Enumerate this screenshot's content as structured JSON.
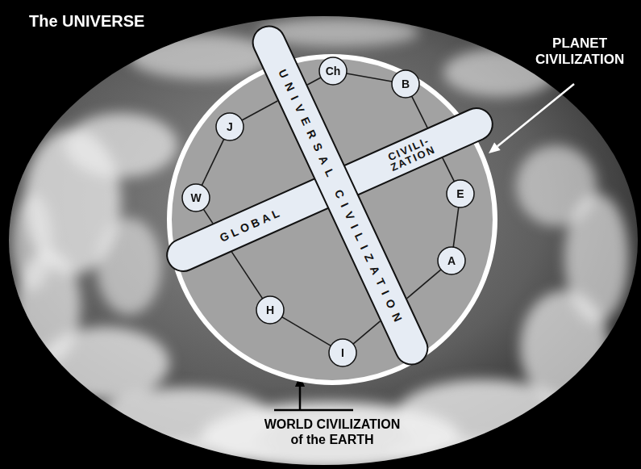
{
  "diagram": {
    "nodes": [
      {
        "text": [
          "WORLD CIVILIZATION of the EARTH"
        ]
      },
      {
        "text": [
          "GLOBAL",
          "CIVILI- ZATION"
        ],
        "in": 0
      },
      {
        "text": [
          "UNIVERSAL CIVILIZATION"
        ],
        "in": 0
      },
      {
        "text": [
          "Ch"
        ],
        "in": 0
      },
      {
        "text": [
          "B"
        ],
        "in": 0
      },
      {
        "text": [
          "E"
        ],
        "in": 0
      },
      {
        "text": [
          "A"
        ],
        "in": 0
      },
      {
        "text": [
          "I"
        ],
        "in": 0
      },
      {
        "text": [
          "H"
        ],
        "in": 0
      },
      {
        "text": [
          "W"
        ],
        "in": 0
      },
      {
        "text": [
          "J"
        ],
        "in": 0
      }
    ],
    "edges": [
      {
        "from": 3,
        "to": 4,
        "arrow": "none"
      },
      {
        "from": 4,
        "to": 1,
        "arrow": "none"
      },
      {
        "from": 5,
        "to": 1,
        "arrow": "none"
      },
      {
        "from": 5,
        "to": 6,
        "arrow": "none"
      },
      {
        "from": 6,
        "to": 2,
        "arrow": "none"
      },
      {
        "from": 7,
        "to": 2,
        "arrow": "none"
      },
      {
        "from": 7,
        "to": 8,
        "arrow": "none"
      },
      {
        "from": 8,
        "to": 1,
        "arrow": "none"
      },
      {
        "from": 9,
        "to": 1,
        "arrow": "none"
      },
      {
        "from": 9,
        "to": 10,
        "arrow": "none"
      },
      {
        "from": 10,
        "to": 2,
        "arrow": "none"
      },
      {
        "from": 3,
        "to": 2,
        "arrow": "none"
      }
    ],
    "labels": [
      "The UNIVERSE",
      "PLANET CIVILIZATION"
    ]
  }
}
